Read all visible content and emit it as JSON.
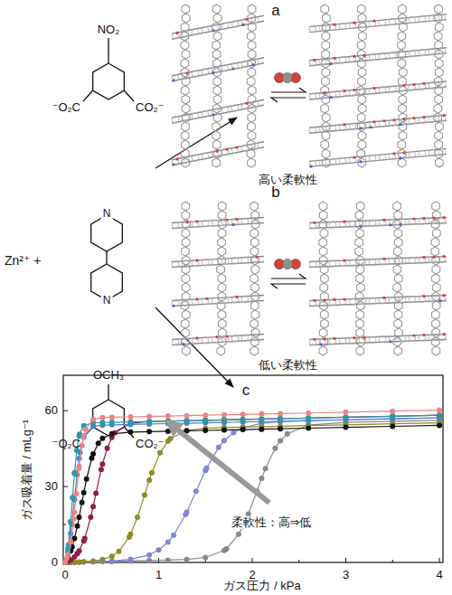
{
  "diagram": {
    "labels": [
      "NO₂",
      "⁻O₂C",
      "CO₂⁻",
      "Zn²⁺ +",
      "N",
      "N",
      "OCH₃",
      "⁻O₂C",
      "CO₂⁻",
      "a",
      "高い柔軟性",
      "b",
      "低い柔軟性",
      "c",
      "60",
      "30",
      "0",
      "0",
      "1",
      "2",
      "3",
      "4",
      "ガス吸着量 / mLg⁻¹",
      "ガス圧力 / kPa",
      "柔軟性：高⇒低"
    ]
  }
}
